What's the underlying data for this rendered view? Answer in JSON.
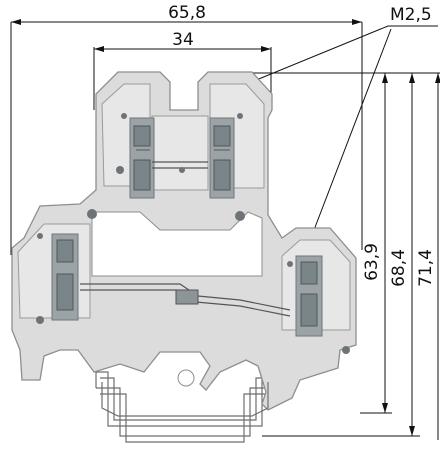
{
  "dimensions": {
    "overall_width": "65,8",
    "upper_width": "34",
    "screw_size": "M2,5",
    "height_1": "63,9",
    "height_2": "68,4",
    "height_3": "71,4"
  },
  "colors": {
    "housing": "#dcdcdc",
    "housing_edge": "#8e8e8e",
    "clamp": "#9ca3a6",
    "rail": "#6e6e6e",
    "dimension_lines": "#111111"
  }
}
